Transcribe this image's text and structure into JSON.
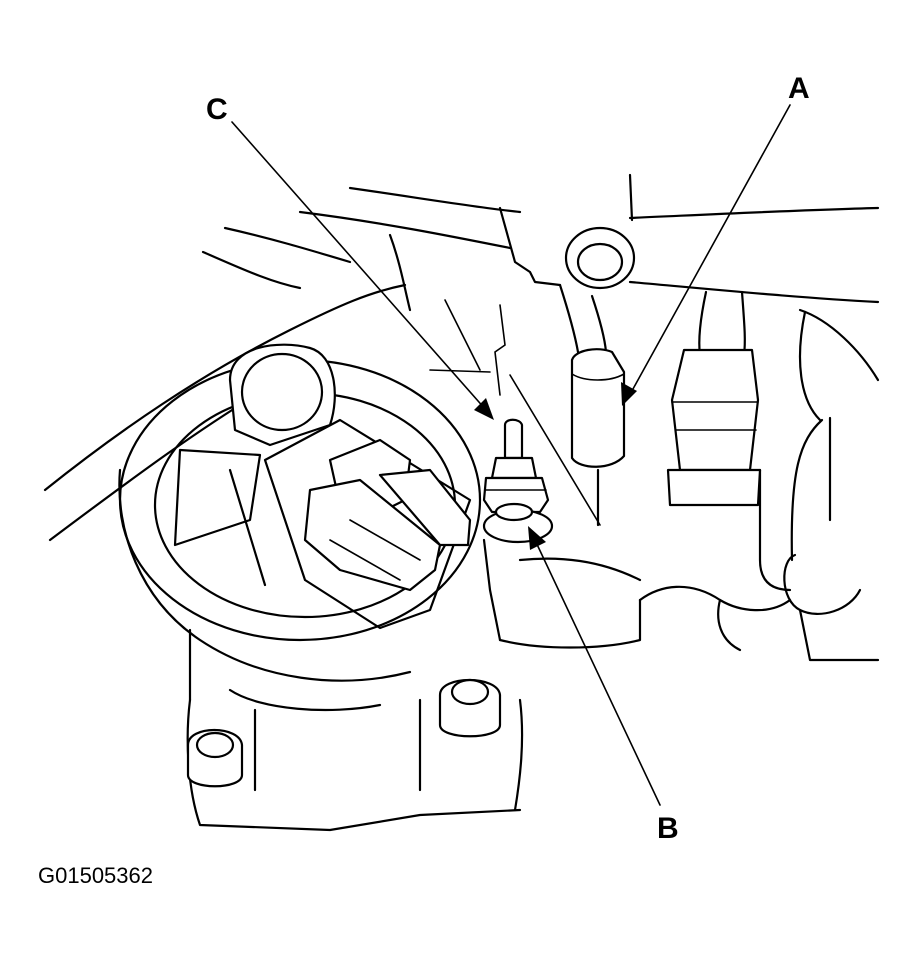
{
  "callouts": {
    "a": "A",
    "b": "B",
    "c": "C"
  },
  "figure_code": "G01505362",
  "colors": {
    "ink": "#000000",
    "paper": "#ffffff"
  }
}
